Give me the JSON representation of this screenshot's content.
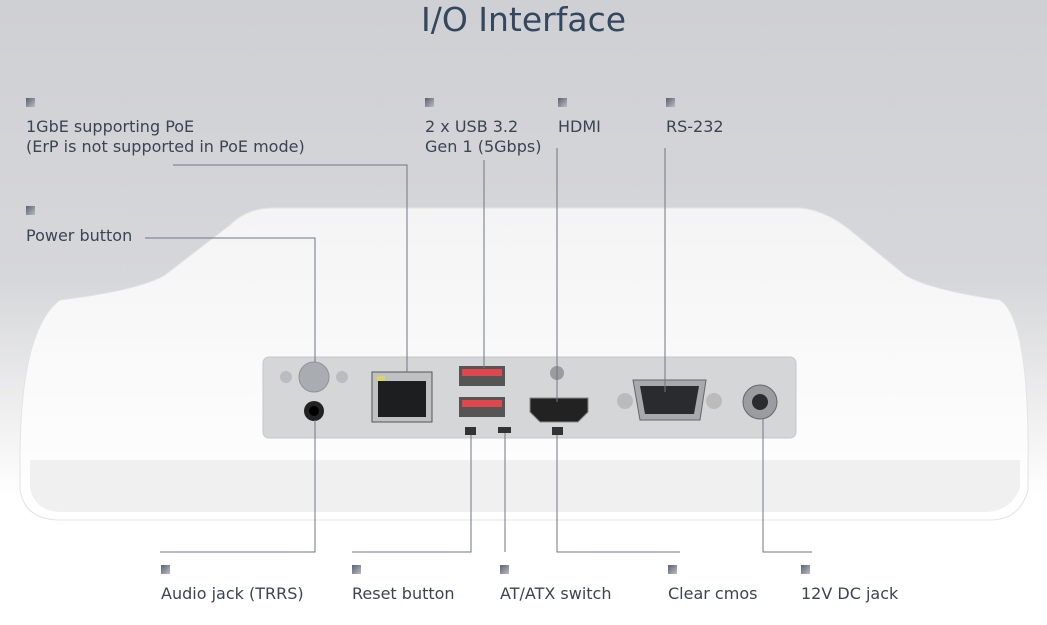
{
  "title": "I/O Interface",
  "top_labels": [
    {
      "line1": "1GbE supporting PoE",
      "line2": "(ErP is not supported in PoE mode)"
    },
    {
      "line1": "2 x USB 3.2",
      "line2": "Gen 1 (5Gbps)"
    },
    {
      "line1": "HDMI"
    },
    {
      "line1": "RS-232"
    },
    {
      "line1": "Power button"
    }
  ],
  "bottom_labels": [
    "Audio jack (TRRS)",
    "Reset button",
    "AT/ATX switch",
    "Clear cmos",
    "12V DC jack"
  ],
  "colors": {
    "title": "#33475e",
    "text": "#3c4452",
    "line": "#6f7682"
  }
}
